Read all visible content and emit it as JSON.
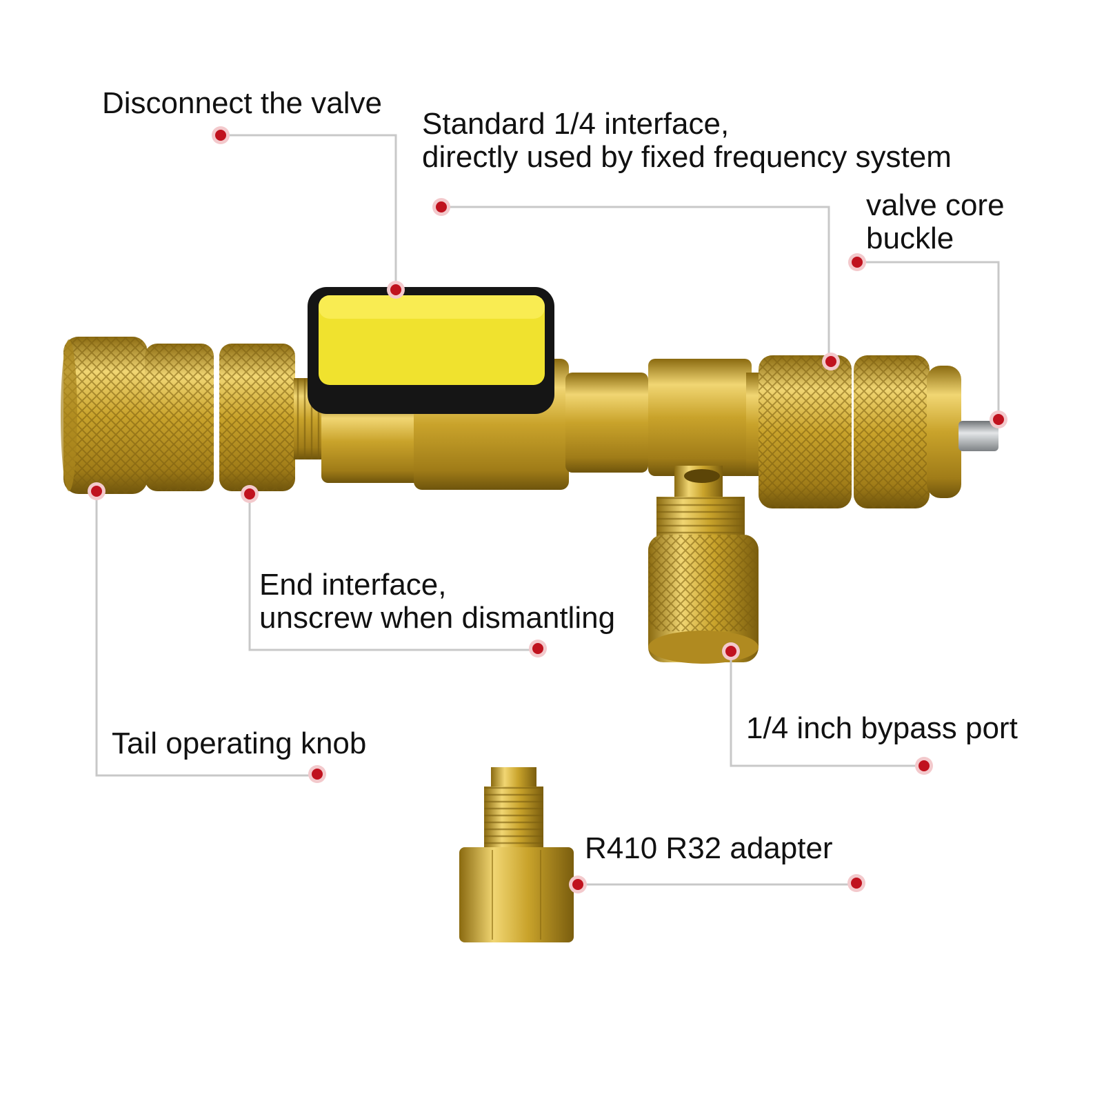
{
  "callouts": {
    "disconnect_valve": {
      "text": "Disconnect the valve"
    },
    "standard_interface": {
      "line1": "Standard 1/4 interface,",
      "line2": "directly used by fixed frequency system"
    },
    "valve_core_buckle": {
      "line1": "valve core",
      "line2": "buckle"
    },
    "end_interface": {
      "line1": "End interface,",
      "line2": "unscrew when dismantling"
    },
    "tail_knob": {
      "text": "Tail operating knob"
    },
    "bypass_port": {
      "text": "1/4 inch bypass port"
    },
    "adapter": {
      "text": "R410 R32 adapter"
    }
  },
  "colors": {
    "brass": "#c9a32b",
    "brass_dark": "#8a6a10",
    "brass_light": "#f1d673",
    "handle_yellow": "#f0e22e",
    "handle_black": "#151515",
    "steel": "#a9adb0",
    "leader_line": "#c8c8c8",
    "marker": "#c0121e",
    "marker_halo": "#f3c9cc",
    "text": "#111111"
  },
  "icons": [
    "valve-core-removal-tool",
    "ball-valve-handle",
    "knurled-nut",
    "adapter-fitting"
  ]
}
